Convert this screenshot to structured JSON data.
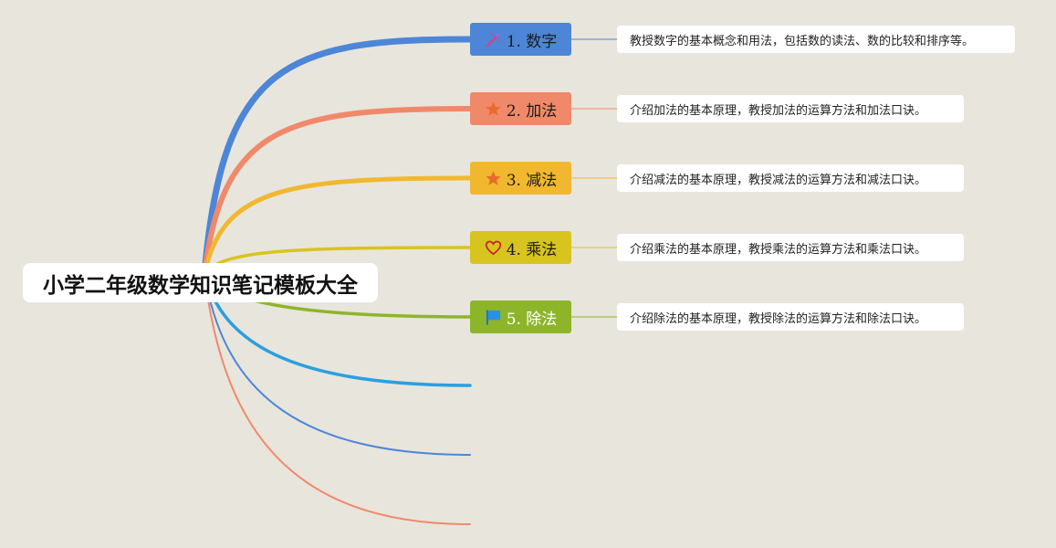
{
  "root": {
    "title": "小学二年级数学知识笔记模板大全"
  },
  "topics": [
    {
      "label": "1. 数字",
      "note": "教授数字的基本概念和用法，包括数的读法、数的比较和排序等。",
      "icon": "magic-wand-icon",
      "color": "#4d86d6",
      "light_text": false
    },
    {
      "label": "2. 加法",
      "note": "介绍加法的基本原理，教授加法的运算方法和加法口诀。",
      "icon": "star-icon",
      "color": "#f0896a",
      "light_text": false
    },
    {
      "label": "3. 减法",
      "note": "介绍减法的基本原理，教授减法的运算方法和减法口诀。",
      "icon": "star-icon",
      "color": "#f1b82f",
      "light_text": false
    },
    {
      "label": "4. 乘法",
      "note": "介绍乘法的基本原理，教授乘法的运算方法和乘法口诀。",
      "icon": "heart-icon",
      "color": "#d8c41f",
      "light_text": false
    },
    {
      "label": "5. 除法",
      "note": "介绍除法的基本原理，教授除法的运算方法和除法口诀。",
      "icon": "flag-icon",
      "color": "#8db52a",
      "light_text": true
    }
  ],
  "extra_branches": [
    {
      "color": "#2a9fe0"
    },
    {
      "color": "#4d86d6"
    },
    {
      "color": "#f0896a"
    }
  ]
}
